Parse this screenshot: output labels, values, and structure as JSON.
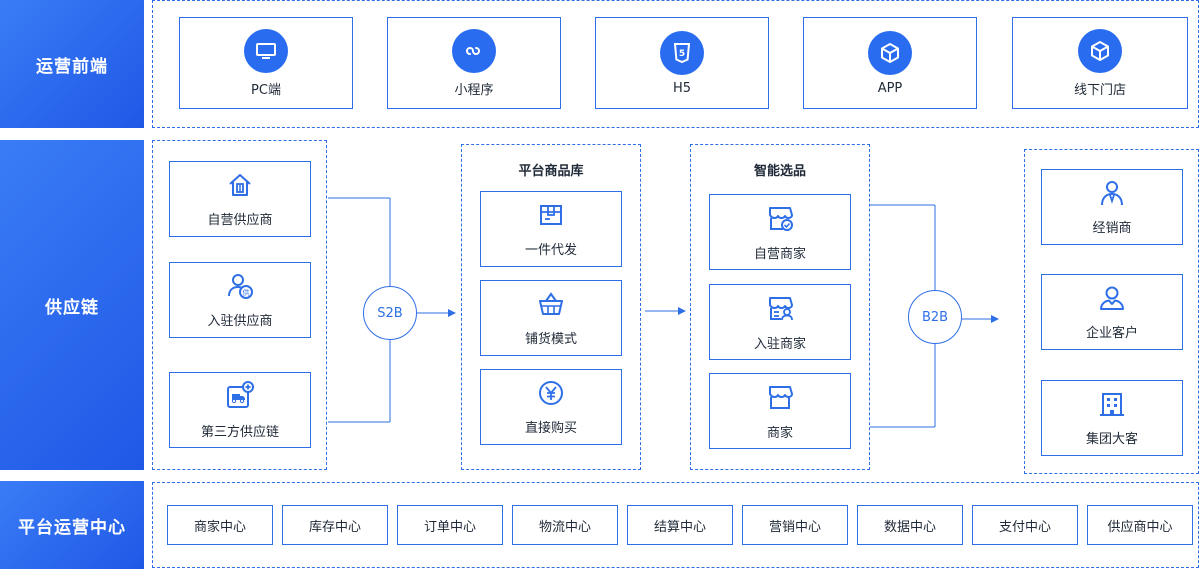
{
  "bands": {
    "frontend": "运营前端",
    "supply": "供应链",
    "center": "平台运营中心"
  },
  "frontend": {
    "items": [
      {
        "label": "PC端",
        "icon": "monitor-icon"
      },
      {
        "label": "小程序",
        "icon": "mini-program-icon"
      },
      {
        "label": "H5",
        "icon": "html5-icon"
      },
      {
        "label": "APP",
        "icon": "app-cube-icon"
      },
      {
        "label": "线下门店",
        "icon": "store-cube-icon"
      }
    ]
  },
  "supply": {
    "sources": [
      {
        "label": "自营供应商",
        "icon": "self-supplier-icon"
      },
      {
        "label": "入驻供应商",
        "icon": "settled-supplier-icon"
      },
      {
        "label": "第三方供应链",
        "icon": "third-party-truck-icon"
      }
    ],
    "s2b": "S2B",
    "library": {
      "title": "平台商品库",
      "items": [
        {
          "label": "一件代发",
          "icon": "package-icon"
        },
        {
          "label": "铺货模式",
          "icon": "basket-icon"
        },
        {
          "label": "直接购买",
          "icon": "yuan-coin-icon"
        }
      ]
    },
    "selection": {
      "title": "智能选品",
      "items": [
        {
          "label": "自营商家",
          "icon": "self-store-icon"
        },
        {
          "label": "入驻商家",
          "icon": "settled-store-icon"
        },
        {
          "label": "商家",
          "icon": "store-icon"
        }
      ]
    },
    "b2b": "B2B",
    "customers": [
      {
        "label": "经销商",
        "icon": "dealer-icon"
      },
      {
        "label": "企业客户",
        "icon": "enterprise-customer-icon"
      },
      {
        "label": "集团大客",
        "icon": "group-building-icon"
      }
    ]
  },
  "center": {
    "items": [
      "商家中心",
      "库存中心",
      "订单中心",
      "物流中心",
      "结算中心",
      "营销中心",
      "数据中心",
      "支付中心",
      "供应商中心"
    ]
  },
  "colors": {
    "accent": "#2f6fe6",
    "band": "#2a62ea"
  }
}
